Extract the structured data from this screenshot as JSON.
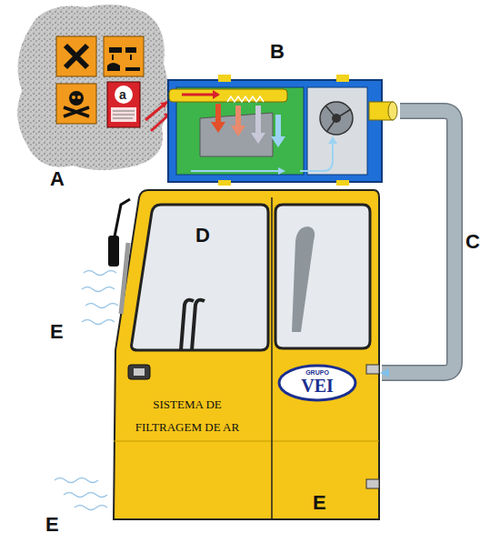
{
  "diagram": {
    "nodes": [
      {
        "text": [
          "B"
        ]
      },
      {
        "text": [
          "SISTEMA DE FILTRAGEM DE AR"
        ]
      },
      {
        "text": [
          "GRUPO",
          "VEI"
        ],
        "in": 1
      }
    ],
    "edges": [
      {
        "from": 0,
        "to": 1,
        "arrow": "to",
        "label": "C"
      }
    ],
    "labels": [
      "A",
      "a",
      "D",
      "E",
      "E",
      "E"
    ]
  }
}
